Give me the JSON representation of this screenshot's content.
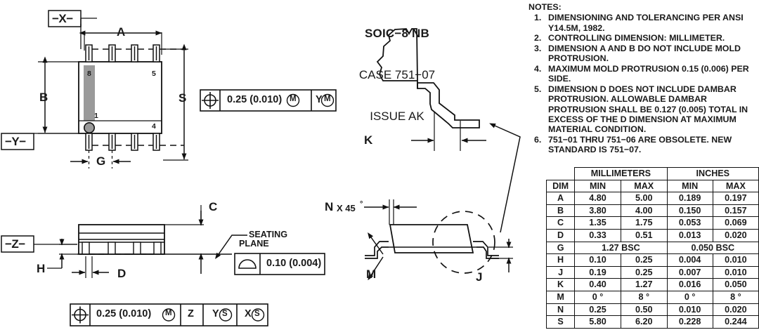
{
  "title_block": {
    "package": "SOIC−8 NB",
    "case": "CASE 751−07",
    "issue": "ISSUE AK"
  },
  "notes": {
    "header": "NOTES:",
    "items": [
      {
        "num": "1.",
        "text": "DIMENSIONING AND TOLERANCING PER ANSI Y14.5M, 1982."
      },
      {
        "num": "2.",
        "text": "CONTROLLING DIMENSION: MILLIMETER."
      },
      {
        "num": "3.",
        "text": "DIMENSION A AND B DO NOT INCLUDE MOLD PROTRUSION."
      },
      {
        "num": "4.",
        "text": "MAXIMUM MOLD PROTRUSION 0.15 (0.006) PER SIDE."
      },
      {
        "num": "5.",
        "text": "DIMENSION D DOES NOT INCLUDE DAMBAR PROTRUSION. ALLOWABLE DAMBAR PROTRUSION SHALL BE 0.127 (0.005) TOTAL IN EXCESS OF THE D DIMENSION AT MAXIMUM MATERIAL CONDITION."
      },
      {
        "num": "6.",
        "text": "751−01 THRU 751−06 ARE OBSOLETE. NEW STANDARD IS 751−07."
      }
    ]
  },
  "dim_table": {
    "group_headers": [
      "MILLIMETERS",
      "INCHES"
    ],
    "col_headers": [
      "DIM",
      "MIN",
      "MAX",
      "MIN",
      "MAX"
    ],
    "rows": [
      {
        "dim": "A",
        "mm_min": "4.80",
        "mm_max": "5.00",
        "in_min": "0.189",
        "in_max": "0.197"
      },
      {
        "dim": "B",
        "mm_min": "3.80",
        "mm_max": "4.00",
        "in_min": "0.150",
        "in_max": "0.157"
      },
      {
        "dim": "C",
        "mm_min": "1.35",
        "mm_max": "1.75",
        "in_min": "0.053",
        "in_max": "0.069"
      },
      {
        "dim": "D",
        "mm_min": "0.33",
        "mm_max": "0.51",
        "in_min": "0.013",
        "in_max": "0.020"
      },
      {
        "dim": "G",
        "mm_span": "1.27 BSC",
        "in_span": "0.050 BSC"
      },
      {
        "dim": "H",
        "mm_min": "0.10",
        "mm_max": "0.25",
        "in_min": "0.004",
        "in_max": "0.010"
      },
      {
        "dim": "J",
        "mm_min": "0.19",
        "mm_max": "0.25",
        "in_min": "0.007",
        "in_max": "0.010"
      },
      {
        "dim": "K",
        "mm_min": "0.40",
        "mm_max": "1.27",
        "in_min": "0.016",
        "in_max": "0.050"
      },
      {
        "dim": "M",
        "mm_min": "0 °",
        "mm_max": "8 °",
        "in_min": "0 °",
        "in_max": "8 °",
        "degrees": true
      },
      {
        "dim": "N",
        "mm_min": "0.25",
        "mm_max": "0.50",
        "in_min": "0.010",
        "in_max": "0.020"
      },
      {
        "dim": "S",
        "mm_min": "5.80",
        "mm_max": "6.20",
        "in_min": "0.228",
        "in_max": "0.244"
      }
    ]
  },
  "top_view": {
    "datum_x": "−X−",
    "datum_y": "−Y−",
    "dim_a": "A",
    "dim_b": "B",
    "dim_s": "S",
    "dim_g": "G",
    "pin_numbers": [
      "8",
      "5",
      "1",
      "4"
    ]
  },
  "side_view": {
    "datum_z": "−Z−",
    "dim_c": "C",
    "dim_h": "H",
    "dim_d": "D",
    "seating_plane": "SEATING\nPLANE"
  },
  "detail_view": {
    "dim_k": "K"
  },
  "end_view": {
    "dim_n": "N",
    "n_angle": "X 45",
    "n_degree": "°",
    "dim_m": "M",
    "dim_j": "J"
  },
  "fcf": {
    "top": {
      "symbol": "position-icon",
      "tol": "0.25 (0.010)",
      "mod1": "M",
      "datum1": "Y",
      "mod2": "M"
    },
    "bottom": {
      "symbol": "position-icon",
      "tol": "0.25 (0.010)",
      "mod1": "M",
      "datum1": "Z",
      "datum2": "Y",
      "mod2": "S",
      "datum3": "X",
      "mod3": "S"
    },
    "flatness": {
      "symbol": "flatness-icon",
      "tol": "0.10 (0.004)"
    }
  },
  "colors": {
    "line": "#111111",
    "pin1_bar": "#9a9a9a",
    "background": "#ffffff"
  }
}
